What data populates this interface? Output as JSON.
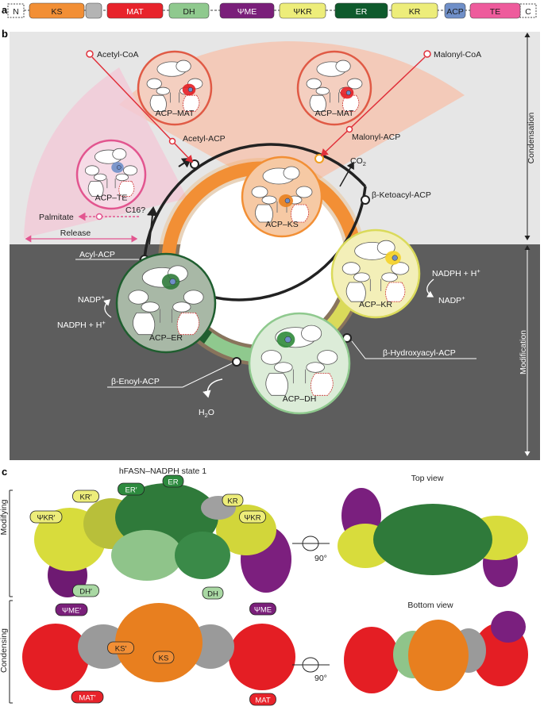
{
  "panels": {
    "a": "a",
    "b": "b",
    "c": "c"
  },
  "domain_bar": {
    "n_term": "N",
    "c_term": "C",
    "domains": [
      {
        "label": "KS",
        "color": "#f28f35",
        "text": "#1a1a1a"
      },
      {
        "label": "",
        "color": "#b4b4b4",
        "text": "#1a1a1a"
      },
      {
        "label": "MAT",
        "color": "#e8232b",
        "text": "#ffffff"
      },
      {
        "label": "DH",
        "color": "#8fc98e",
        "text": "#1a1a1a"
      },
      {
        "label": "ΨME",
        "color": "#7a1f7a",
        "text": "#ffffff"
      },
      {
        "label": "ΨKR",
        "color": "#eded7a",
        "text": "#1a1a1a"
      },
      {
        "label": "ER",
        "color": "#0e5a2c",
        "text": "#ffffff"
      },
      {
        "label": "KR",
        "color": "#eded7a",
        "text": "#1a1a1a"
      },
      {
        "label": "ACP",
        "color": "#6f8fc8",
        "text": "#1a1a1a"
      },
      {
        "label": "TE",
        "color": "#ee5b9c",
        "text": "#1a1a1a"
      }
    ]
  },
  "cycle": {
    "substrates": {
      "acetyl_coa": "Acetyl-CoA",
      "malonyl_coa": "Malonyl-CoA"
    },
    "intermediates": {
      "acetyl_acp": "Acetyl-ACP",
      "malonyl_acp": "Malonyl-ACP",
      "ketoacyl_acp": "β-Ketoacyl-ACP",
      "hydroxyacyl_acp": "β-Hydroxyacyl-ACP",
      "enoyl_acp": "β-Enoyl-ACP",
      "acyl_acp": "Acyl-ACP"
    },
    "states": {
      "acp_mat_1": "ACP–MAT",
      "acp_mat_2": "ACP–MAT",
      "acp_te": "ACP–TE",
      "acp_ks": "ACP–KS",
      "acp_kr": "ACP–KR",
      "acp_dh": "ACP–DH",
      "acp_er": "ACP–ER"
    },
    "products": {
      "palmitate": "Palmitate",
      "c16": "C16?",
      "release": "Release",
      "co2": "CO",
      "co2_sub": "2",
      "h2o_h": "H",
      "h2o_sub": "2",
      "h2o_o": "O"
    },
    "cofactors": {
      "kr_nadph": "NADPH + H",
      "kr_nadph_sup": "+",
      "kr_nadp": "NADP",
      "kr_nadp_sup": "+",
      "er_nadp": "NADP",
      "er_nadp_sup": "+",
      "er_nadph": "NADPH + H",
      "er_nadph_sup": "+"
    },
    "phases": {
      "condensation": "Condensation",
      "modification": "Modification"
    }
  },
  "map_panel": {
    "title": "hFASN–NADPH state 1",
    "top_view": "Top view",
    "bottom_view": "Bottom view",
    "rotation_1": "90°",
    "rotation_2": "90°",
    "modifying": "Modifying",
    "condensing": "Condensing",
    "badges": [
      {
        "label": "KR′",
        "bg": "#eded7a",
        "fg": "#1a1a1a"
      },
      {
        "label": "ER′",
        "bg": "#2d8a3e",
        "fg": "#ffffff"
      },
      {
        "label": "ER",
        "bg": "#2d8a3e",
        "fg": "#ffffff"
      },
      {
        "label": "KR",
        "bg": "#eded7a",
        "fg": "#1a1a1a"
      },
      {
        "label": "ΨKR′",
        "bg": "#eded7a",
        "fg": "#1a1a1a"
      },
      {
        "label": "ΨKR",
        "bg": "#eded7a",
        "fg": "#1a1a1a"
      },
      {
        "label": "DH′",
        "bg": "#a9d8a3",
        "fg": "#1a1a1a"
      },
      {
        "label": "DH",
        "bg": "#a9d8a3",
        "fg": "#1a1a1a"
      },
      {
        "label": "ΨME′",
        "bg": "#7a1f7a",
        "fg": "#ffffff"
      },
      {
        "label": "ΨME",
        "bg": "#7a1f7a",
        "fg": "#ffffff"
      },
      {
        "label": "KS′",
        "bg": "#f28f35",
        "fg": "#1a1a1a"
      },
      {
        "label": "KS",
        "bg": "#f28f35",
        "fg": "#1a1a1a"
      },
      {
        "label": "MAT′",
        "bg": "#e8232b",
        "fg": "#ffffff"
      },
      {
        "label": "MAT",
        "bg": "#e8232b",
        "fg": "#ffffff"
      }
    ]
  }
}
